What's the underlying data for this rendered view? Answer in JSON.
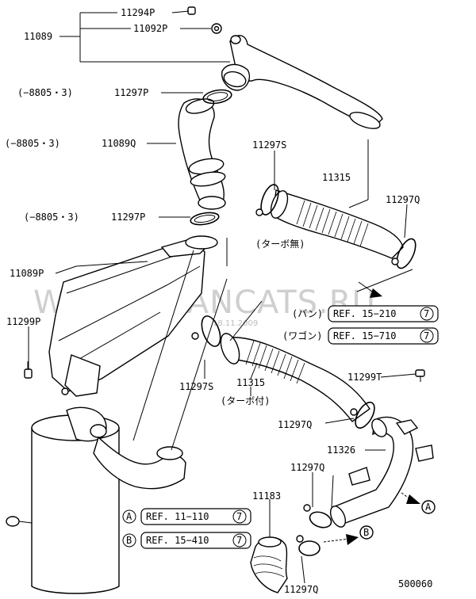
{
  "callouts": {
    "p11294P": "11294P",
    "p11092P": "11092P",
    "p11089": "11089",
    "p11297P_top": "11297P",
    "ser_top": "(−8805・3)",
    "p11089Q": "11089Q",
    "ser_mid": "(−8805・3)",
    "p11297S_top": "11297S",
    "p11315_top": "11315",
    "p11297Q_top": "11297Q",
    "p11297P_mid": "11297P",
    "ser_low": "(−8805・3)",
    "note_nonturbo": "(ターボ無)",
    "p11089P": "11089P",
    "p11299P": "11299P",
    "p11297S_mid": "11297S",
    "p11315_mid": "11315",
    "note_turbo": "(ターボ付)",
    "p11299T": "11299T",
    "p11297Q_mid": "11297Q",
    "p11326": "11326",
    "p11297Q_low": "11297Q",
    "p11183": "11183",
    "p11297Q_bottom": "11297Q",
    "diagram_no": "500060"
  },
  "refs": {
    "van_label": "(バン)",
    "van_ref": "REF. 15−210",
    "van_circle": "7",
    "wagon_label": "(ワゴン)",
    "wagon_ref": "REF. 15−710",
    "wagon_circle": "7",
    "a_letter": "A",
    "a_ref": "REF. 11−110",
    "a_circle": "7",
    "b_letter": "B",
    "b_ref": "REF. 15−410",
    "b_circle": "7"
  },
  "markers": {
    "arrow_a": "A",
    "arrow_b": "B"
  },
  "watermark": {
    "site": "WWW.JAPANCATS.RU",
    "date": "18.11.2009"
  }
}
